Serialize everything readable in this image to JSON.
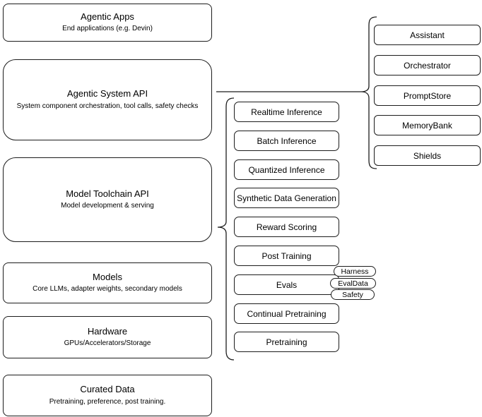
{
  "colors": {
    "stroke": "#1c1c1c",
    "fill": "#ffffff",
    "background": "#ffffff",
    "text": "#000000"
  },
  "stack": [
    {
      "title": "Agentic Apps",
      "subtitle": "End applications (e.g. Devin)"
    },
    {
      "title": "Agentic System API",
      "subtitle": "System component orchestration, tool calls, safety checks"
    },
    {
      "title": "Model Toolchain API",
      "subtitle": "Model development & serving"
    },
    {
      "title": "Models",
      "subtitle": "Core LLMs, adapter weights, secondary models"
    },
    {
      "title": "Hardware",
      "subtitle": "GPUs/Accelerators/Storage"
    },
    {
      "title": "Curated Data",
      "subtitle": "Pretraining, preference, post training."
    }
  ],
  "toolchain": {
    "items": [
      "Realtime Inference",
      "Batch Inference",
      "Quantized Inference",
      "Synthetic Data Generation",
      "Reward Scoring",
      "Post Training",
      "Evals",
      "Continual Pretraining",
      "Pretraining"
    ],
    "evals_tags": [
      "Harness",
      "EvalData",
      "Safety"
    ]
  },
  "system_components": {
    "items": [
      "Assistant",
      "Orchestrator",
      "PromptStore",
      "MemoryBank",
      "Shields"
    ]
  }
}
